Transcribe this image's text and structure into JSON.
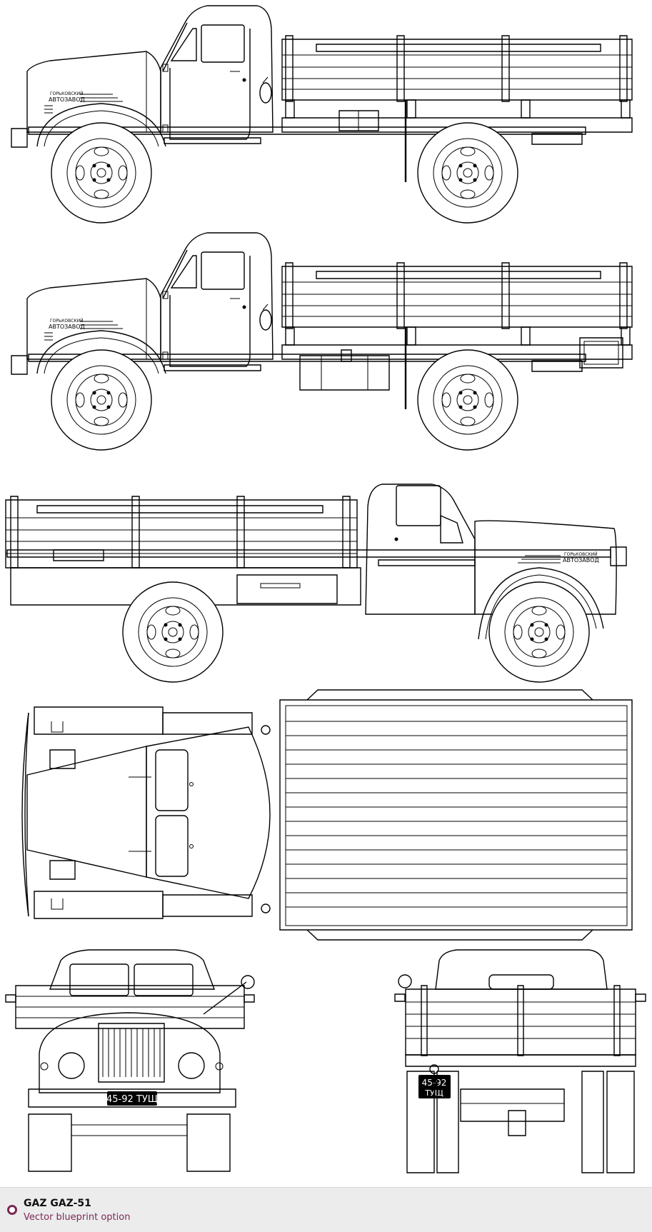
{
  "caption": {
    "title": "GAZ GAZ-51",
    "subtitle": "Vector blueprint option",
    "badge_icon": "circle-badge-icon",
    "accent_color": "#7a2a54"
  },
  "blueprint": {
    "emblem_line_1": "ГОРЬКОВСКИЙ",
    "emblem_line_2": "АВТОЗАВОД",
    "plate_front": "45-92 ТУЩ",
    "plate_rear_line_1": "45-92",
    "plate_rear_line_2": "ТУЩ",
    "views": [
      "side-view-left",
      "side-view-left-tank",
      "side-view-right",
      "top-view",
      "front-view",
      "rear-view"
    ]
  }
}
